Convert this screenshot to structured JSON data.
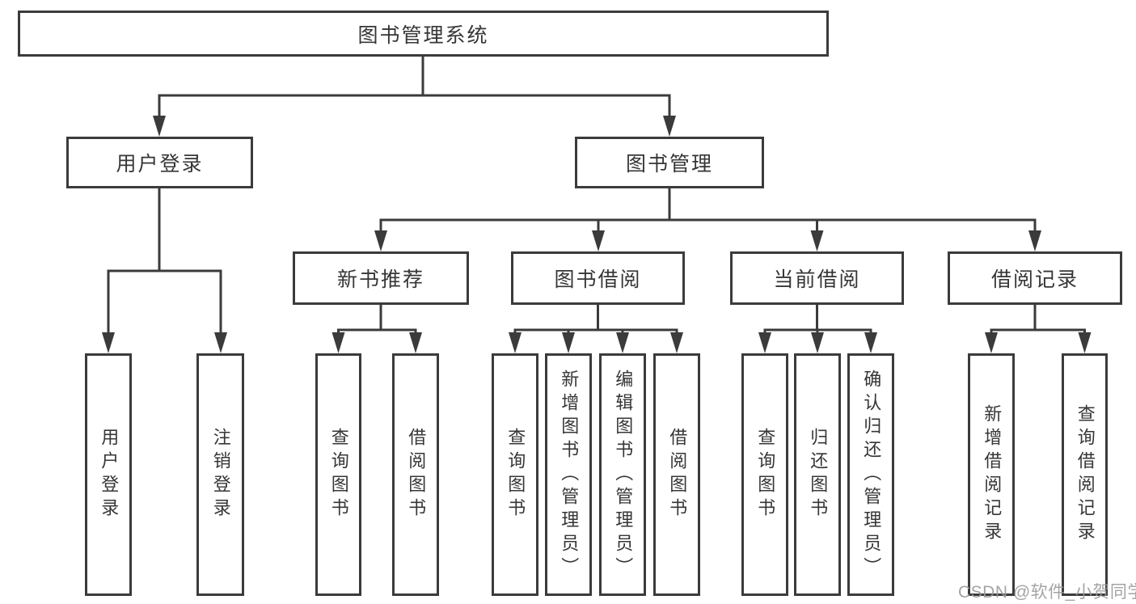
{
  "diagram": {
    "root": {
      "label": "图书管理系统"
    },
    "level2": {
      "user_login": "用户登录",
      "book_management": "图书管理"
    },
    "level3": {
      "new_book_recommend": "新书推荐",
      "book_borrow": "图书借阅",
      "current_borrow": "当前借阅",
      "borrow_records": "借阅记录"
    },
    "leaves": {
      "user": [
        "用户登录",
        "注销登录"
      ],
      "recommend": [
        "查询图书",
        "借阅图书"
      ],
      "borrow": [
        "查询图书",
        "新增图书（管理员）",
        "编辑图书（管理员）",
        "借阅图书"
      ],
      "current": [
        "查询图书",
        "归还图书",
        "确认归还（管理员）"
      ],
      "records": [
        "新增借阅记录",
        "查询借阅记录"
      ]
    }
  },
  "watermark": "CSDN @软件_小贺同学",
  "colors": {
    "line": "#3b3b3b",
    "text": "#363636",
    "background": "#ffffff",
    "watermark": "#9a9a9a"
  }
}
